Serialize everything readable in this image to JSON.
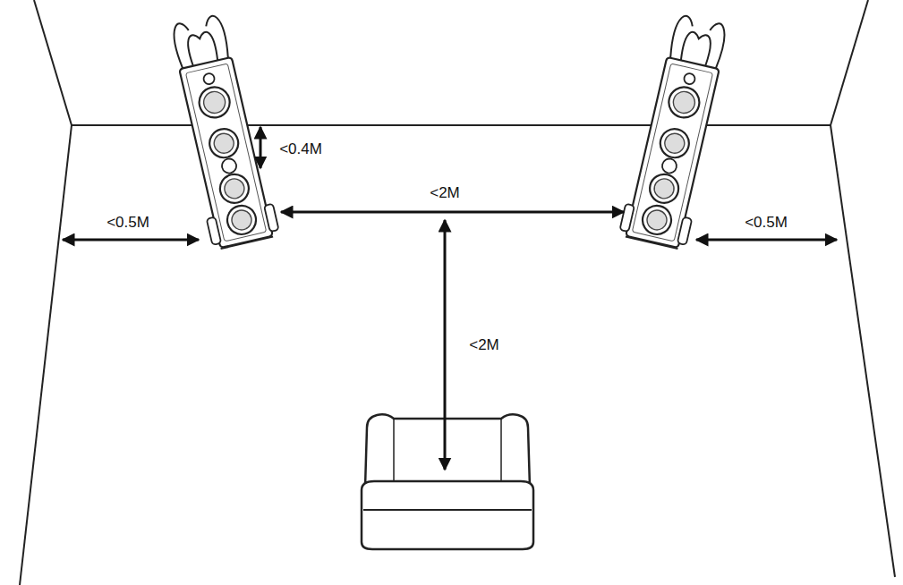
{
  "diagram": {
    "labels": [
      "<0.4M",
      "<2M",
      "<0.5M",
      "<0.5M",
      "<2M"
    ]
  }
}
